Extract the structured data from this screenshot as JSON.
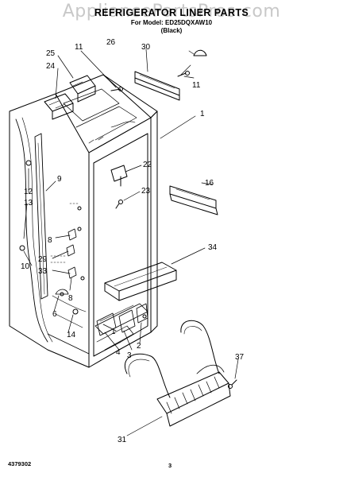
{
  "header": {
    "title": "REFRIGERATOR LINER PARTS",
    "model": "For Model: ED25DQXAW10",
    "color": "(Black)"
  },
  "watermark": "AppliancePartsPros.com",
  "footer": {
    "doc_number": "4379302",
    "page": "3"
  },
  "callouts": [
    "30",
    "26",
    "11",
    "25",
    "24",
    "11",
    "1",
    "22",
    "9",
    "16",
    "23",
    "12",
    "13",
    "8",
    "34",
    "10",
    "29",
    "33",
    "8",
    "6",
    "14",
    "3",
    "4",
    "2",
    "1",
    "37",
    "31"
  ],
  "colors": {
    "ink": "#000000",
    "watermark": "#8a8a8a"
  }
}
